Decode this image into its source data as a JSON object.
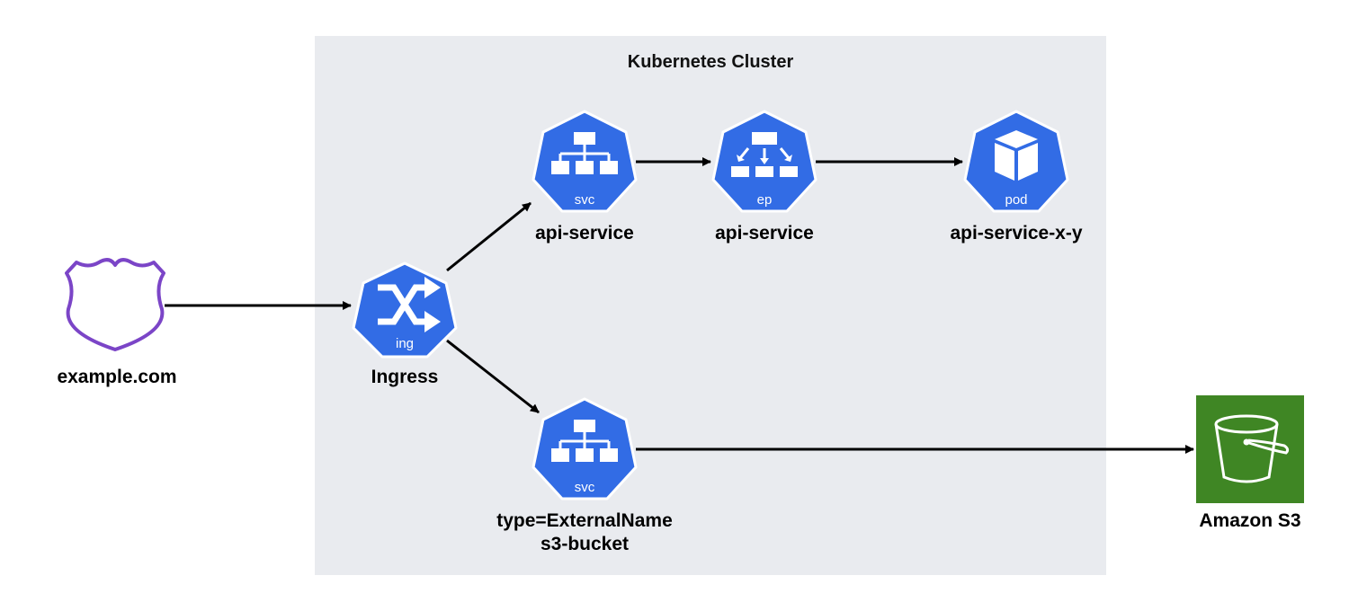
{
  "cluster": {
    "title": "Kubernetes Cluster"
  },
  "nodes": {
    "example": {
      "label": "example.com"
    },
    "ingress": {
      "label": "Ingress",
      "kind": "ing"
    },
    "svc_api": {
      "label": "api-service",
      "kind": "svc"
    },
    "ep_api": {
      "label": "api-service",
      "kind": "ep"
    },
    "pod_api": {
      "label": "api-service-x-y",
      "kind": "pod"
    },
    "svc_s3": {
      "label_line1": "type=ExternalName",
      "label_line2": "s3-bucket",
      "kind": "svc"
    },
    "s3": {
      "label": "Amazon S3"
    }
  },
  "colors": {
    "k8s_blue": "#326ce5",
    "domain_purple": "#7b45c7",
    "s3_green": "#3f8624",
    "cluster_bg": "#e9ebef",
    "arrow": "#000000"
  },
  "icons": {
    "example": "shield-icon",
    "ingress": "shuffle-icon",
    "svc": "hierarchy-icon",
    "ep": "endpoints-icon",
    "pod": "cube-icon",
    "s3": "bucket-icon"
  }
}
